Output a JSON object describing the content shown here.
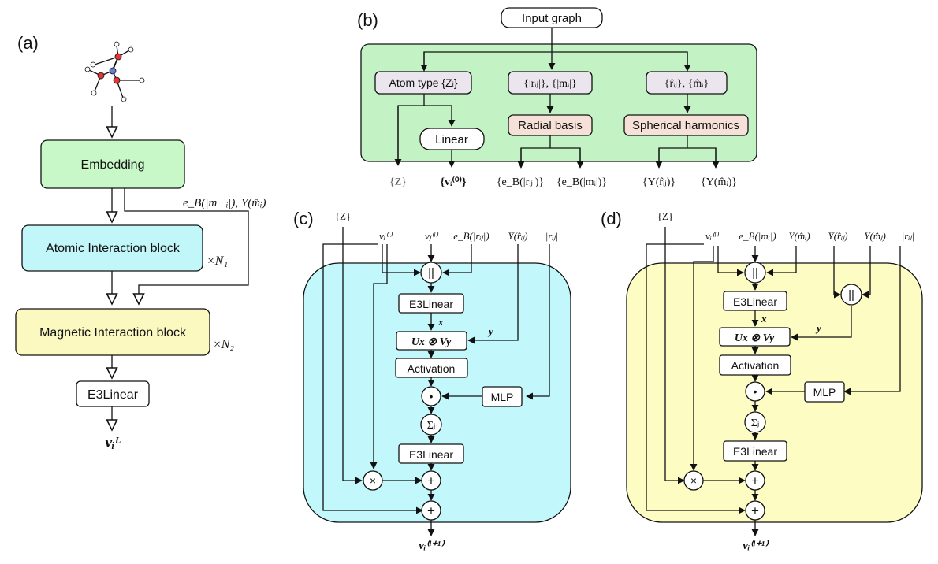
{
  "panels": {
    "a": "(a)",
    "b": "(b)",
    "c": "(c)",
    "d": "(d)"
  },
  "colors": {
    "embedding": "#c8f7c8",
    "atomic": "#c2f7fa",
    "magnetic": "#fbf8c0",
    "panel_b": "#c3f3c5",
    "panel_c": "#c2f8fb",
    "panel_d": "#fdfcc3",
    "gray_box": "#ebe6ee",
    "peach_box": "#f6e1d8"
  },
  "panel_a": {
    "embedding": "Embedding",
    "atomic": "Atomic Interaction block",
    "magnetic": "Magnetic Interaction block",
    "e3linear": "E3Linear",
    "side_input": "e_B(|m⃗ᵢ|), Y(m̂ᵢ)",
    "n1": "×N₁",
    "n2": "×N₂",
    "output": "vᵢᴸ"
  },
  "panel_b": {
    "input": "Input  graph",
    "atom_type": "Atom type {Zᵢ}",
    "norms": "{|rᵢⱼ|}, {|mᵢ|}",
    "dirs": "{r̂ᵢⱼ}, {m̂ᵢ}",
    "linear": "Linear",
    "radial": "Radial basis",
    "spherical": "Spherical harmonics",
    "outputs": [
      "{Z}",
      "{vᵢ⁽⁰⁾}",
      "{e_B(|rᵢⱼ|)}",
      "{e_B(|mᵢ|)}",
      "{Y(r̂ᵢⱼ)}",
      "{Y(m̂ᵢ)}"
    ]
  },
  "panel_c": {
    "inputs": [
      "{Z}",
      "vᵢ⁽ˡ⁾",
      "vⱼ⁽ˡ⁾",
      "e_B(|rᵢⱼ|)",
      "Y(r̂ᵢⱼ)",
      "|rᵢⱼ|"
    ],
    "concat": "||",
    "e3linear1": "E3Linear",
    "x": "x",
    "y": "y",
    "tensor": "Ux ⊗ Vy",
    "activation": "Activation",
    "dot": "•",
    "mlp": "MLP",
    "sum": "Σⱼ",
    "e3linear2": "E3Linear",
    "times": "×",
    "plus": "+",
    "output": "vᵢ⁽ˡ⁺¹⁾"
  },
  "panel_d": {
    "inputs": [
      "{Z}",
      "vᵢ⁽ˡ⁾",
      "e_B(|mᵢ|)",
      "Y(m̂ᵢ)",
      "Y(r̂ᵢⱼ)",
      "Y(m̂ⱼ)",
      "|rᵢⱼ|"
    ],
    "concat": "||",
    "e3linear1": "E3Linear",
    "x": "x",
    "y": "y",
    "tensor": "Ux ⊗ Vy",
    "activation": "Activation",
    "dot": "•",
    "mlp": "MLP",
    "sum": "Σⱼ",
    "e3linear2": "E3Linear",
    "times": "×",
    "plus": "+",
    "output": "vᵢ⁽ˡ⁺¹⁾"
  }
}
